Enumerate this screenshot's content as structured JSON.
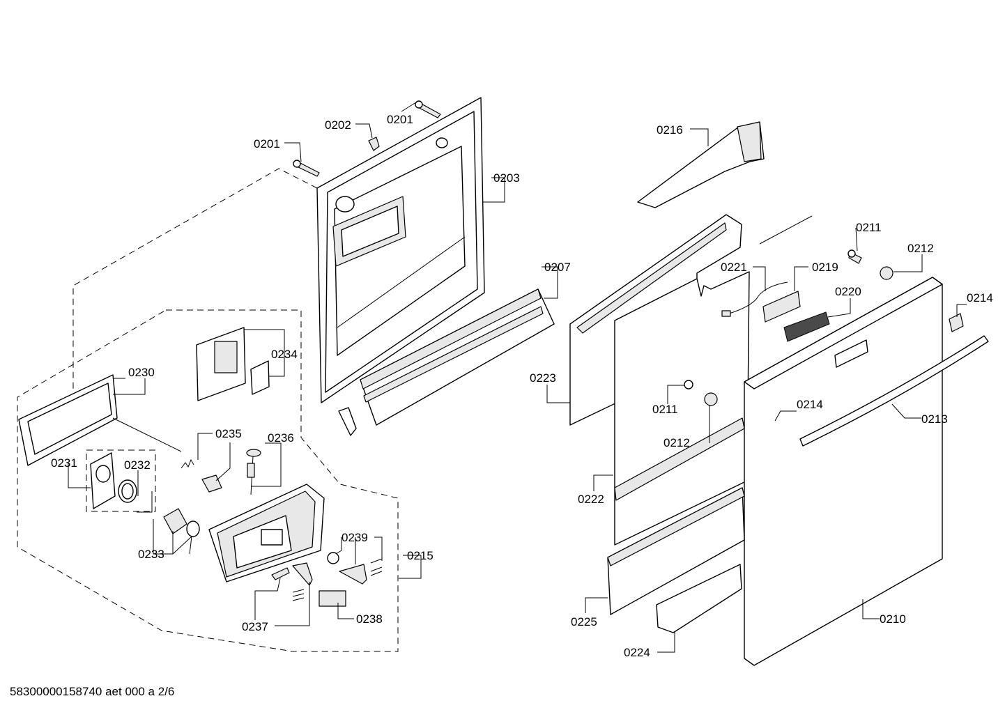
{
  "diagram": {
    "labels": {
      "l0201a": "0201",
      "l0201b": "0201",
      "l0202": "0202",
      "l0203": "0203",
      "l0207": "0207",
      "l0216": "0216",
      "l0211a": "0211",
      "l0212a": "0212",
      "l0214a": "0214",
      "l0221": "0221",
      "l0219": "0219",
      "l0220": "0220",
      "l0223": "0223",
      "l0211b": "0211",
      "l0212b": "0212",
      "l0214b": "0214",
      "l0213": "0213",
      "l0222": "0222",
      "l0225": "0225",
      "l0210": "0210",
      "l0224": "0224",
      "l0230": "0230",
      "l0234": "0234",
      "l0235": "0235",
      "l0236": "0236",
      "l0231": "0231",
      "l0232": "0232",
      "l0233": "0233",
      "l0239": "0239",
      "l0215": "0215",
      "l0237": "0237",
      "l0238": "0238"
    },
    "footer": "58300000158740 aet 000 a 2/6"
  }
}
